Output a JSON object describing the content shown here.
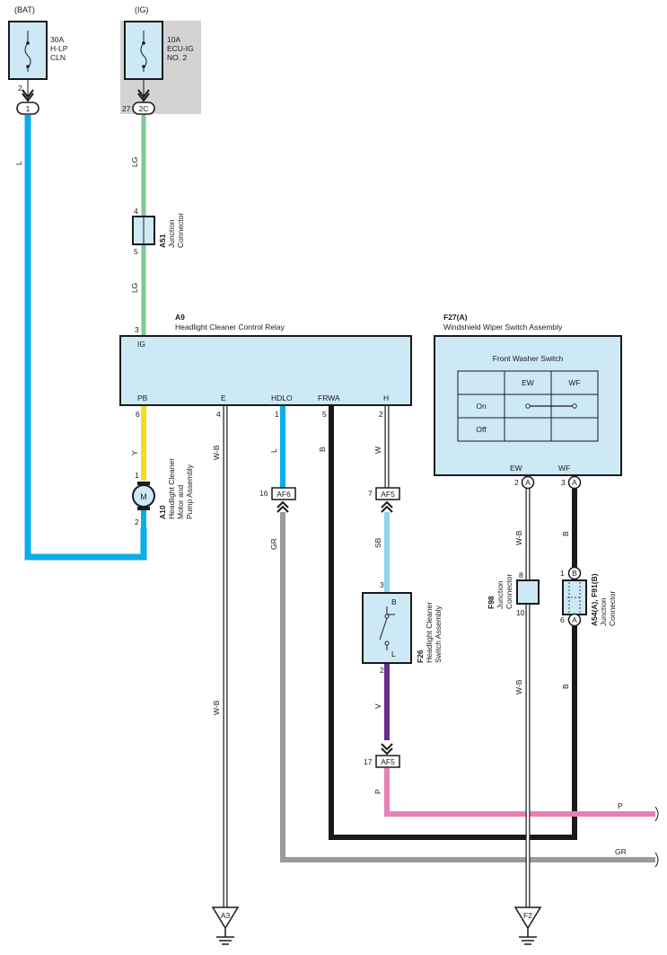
{
  "power": {
    "bat": {
      "label": "(BAT)",
      "rating": "30A",
      "name1": "H-LP",
      "name2": "CLN",
      "pin": "2",
      "conn": "1"
    },
    "ig": {
      "label": "(IG)",
      "rating": "10A",
      "name1": "ECU-IG",
      "name2": "NO. 2",
      "pin": "27",
      "conn": "2C"
    }
  },
  "junction_a51": {
    "code": "A51",
    "name1": "Junction",
    "name2": "Connector",
    "pin_top": "4",
    "pin_bottom": "5"
  },
  "relay_a9": {
    "code": "A9",
    "name": "Headlight Cleaner Control Relay",
    "pin_ig": "3",
    "term_ig": "IG",
    "terms": [
      "PB",
      "E",
      "HDLO",
      "FRWA",
      "H"
    ],
    "pins": [
      "6",
      "4",
      "1",
      "5",
      "2"
    ]
  },
  "motor_a10": {
    "code": "A10",
    "name1": "Headlight Cleaner",
    "name2": "Motor and",
    "name3": "Pump Assembly",
    "symbol": "M",
    "pin_top": "1",
    "pin_bottom": "2"
  },
  "switch_f26": {
    "code": "F26",
    "name1": "Headlight Cleaner",
    "name2": "Switch Assembly",
    "term_b": "B",
    "term_l": "L",
    "pin_top": "3",
    "pin_bottom": "2"
  },
  "wiper_switch_f27": {
    "code": "F27(A)",
    "name": "Windshield Wiper Switch Assembly",
    "inner_title": "Front Washer Switch",
    "col_headers": [
      "EW",
      "WF"
    ],
    "rows": [
      "On",
      "Off"
    ],
    "term_ew": "EW",
    "term_wf": "WF",
    "pin_ew": "2",
    "pin_wf": "3",
    "conn": "A"
  },
  "junction_f98": {
    "code": "F98",
    "name1": "Junction",
    "name2": "Connector",
    "pin_top": "8",
    "pin_bottom": "10"
  },
  "junction_a54": {
    "code": "A54(A), F91(B)",
    "name1": "Junction",
    "name2": "Connector",
    "pin_top": "1",
    "pin_bottom": "6",
    "conn_top": "B",
    "conn_bottom": "A"
  },
  "connectors": {
    "af6": {
      "pin": "16",
      "label": "AF6"
    },
    "af5_top": {
      "pin": "7",
      "label": "AF5"
    },
    "af5_bottom": {
      "pin": "17",
      "label": "AF5"
    }
  },
  "grounds": {
    "a3": "A3",
    "f2": "F2"
  },
  "wires": {
    "bat": "L",
    "ig_top": "LG",
    "ig_bottom": "LG",
    "pb": "Y",
    "e": "W-B",
    "e_low": "W-B",
    "hdlo": "L",
    "af6_gr": "GR",
    "frwa": "B",
    "h": "W",
    "af5_sb": "SB",
    "sw_v": "V",
    "af5_p": "P",
    "ew": "W-B",
    "ew_low": "W-B",
    "wf": "B",
    "wf_low": "B",
    "p_right": "P",
    "gr_right": "GR"
  },
  "colors": {
    "L": "#0aaee8",
    "LG": "#7fc79a",
    "Y": "#f7dc1e",
    "WB": "#ffffff",
    "B": "#1a1a1a",
    "GR": "#9b9b9b",
    "SB": "#8fd5ee",
    "V": "#6b2d8c",
    "P": "#e880b5",
    "box_fill": "#cde9f6",
    "ig_bg": "#d3d3d3"
  }
}
